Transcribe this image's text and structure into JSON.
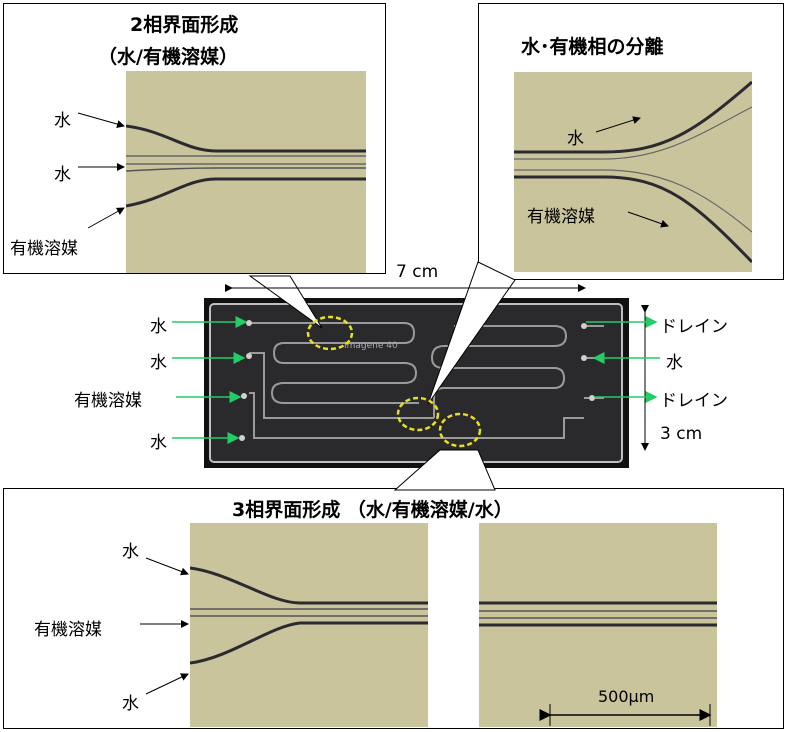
{
  "panel_top_left": {
    "title_line1": "2相界面形成",
    "title_line2": "（水/有機溶媒）",
    "label_water_1": "水",
    "label_water_2": "水",
    "label_organic": "有機溶媒"
  },
  "panel_top_right": {
    "title": "水･有機相の分離",
    "label_water": "水",
    "label_organic": "有機溶媒"
  },
  "chip": {
    "width_label": "7 cm",
    "height_label": "3 cm",
    "left_labels": [
      "水",
      "水",
      "有機溶媒",
      "水"
    ],
    "right_labels": [
      "ドレイン",
      "水",
      "ドレイン"
    ],
    "chip_text": "Imagene 40"
  },
  "panel_bottom": {
    "title": "3相界面形成 （水/有機溶媒/水）",
    "label_water_top": "水",
    "label_organic": "有機溶媒",
    "label_water_bottom": "水",
    "scale_label": "500μm"
  },
  "colors": {
    "micro_background": "#c9c49b",
    "green_arrow": "#22cc66",
    "highlight_circle": "#e8e020"
  }
}
